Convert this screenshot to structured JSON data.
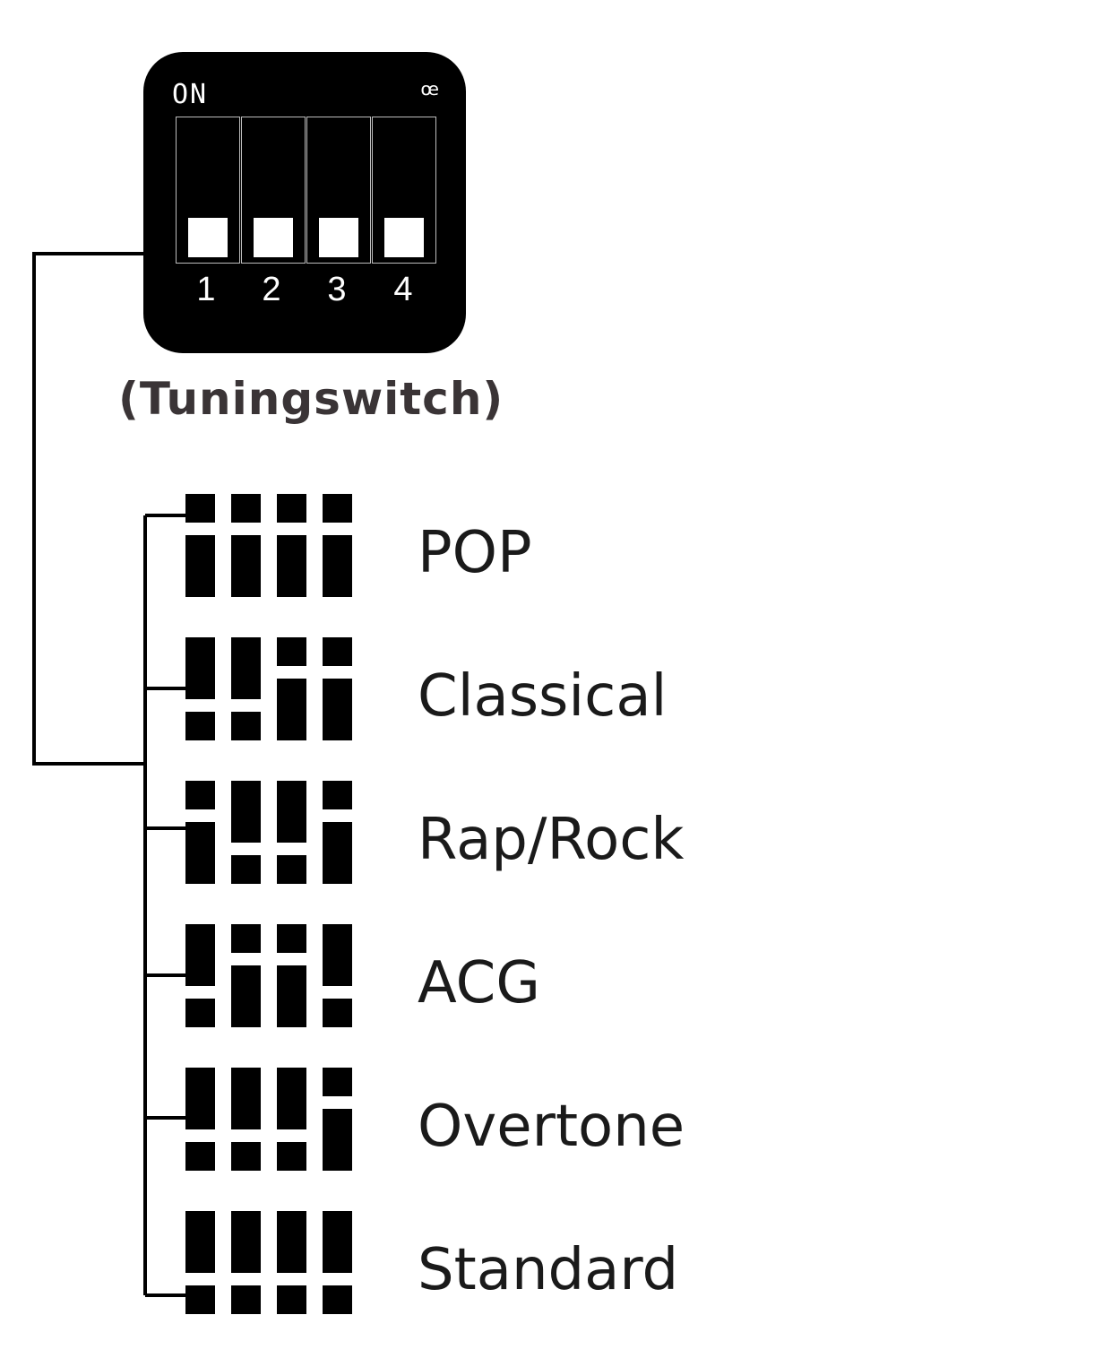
{
  "switch": {
    "on_label": "ON",
    "logo": "ꟹ",
    "positions": [
      "1",
      "2",
      "3",
      "4"
    ],
    "caption": "(Tuningswitch)"
  },
  "modes": [
    {
      "label": "POP",
      "switches": [
        "off",
        "off",
        "off",
        "off"
      ]
    },
    {
      "label": "Classical",
      "switches": [
        "on",
        "on",
        "off",
        "off"
      ]
    },
    {
      "label": "Rap/Rock",
      "switches": [
        "off",
        "on",
        "on",
        "off"
      ]
    },
    {
      "label": "ACG",
      "switches": [
        "on",
        "off",
        "off",
        "on"
      ]
    },
    {
      "label": "Overtone",
      "switches": [
        "on",
        "on",
        "on",
        "off"
      ]
    },
    {
      "label": "Standard",
      "switches": [
        "on",
        "on",
        "on",
        "on"
      ]
    }
  ],
  "colors": {
    "ink": "#000000",
    "label": "#1a1a1a",
    "caption": "#3a3436"
  }
}
